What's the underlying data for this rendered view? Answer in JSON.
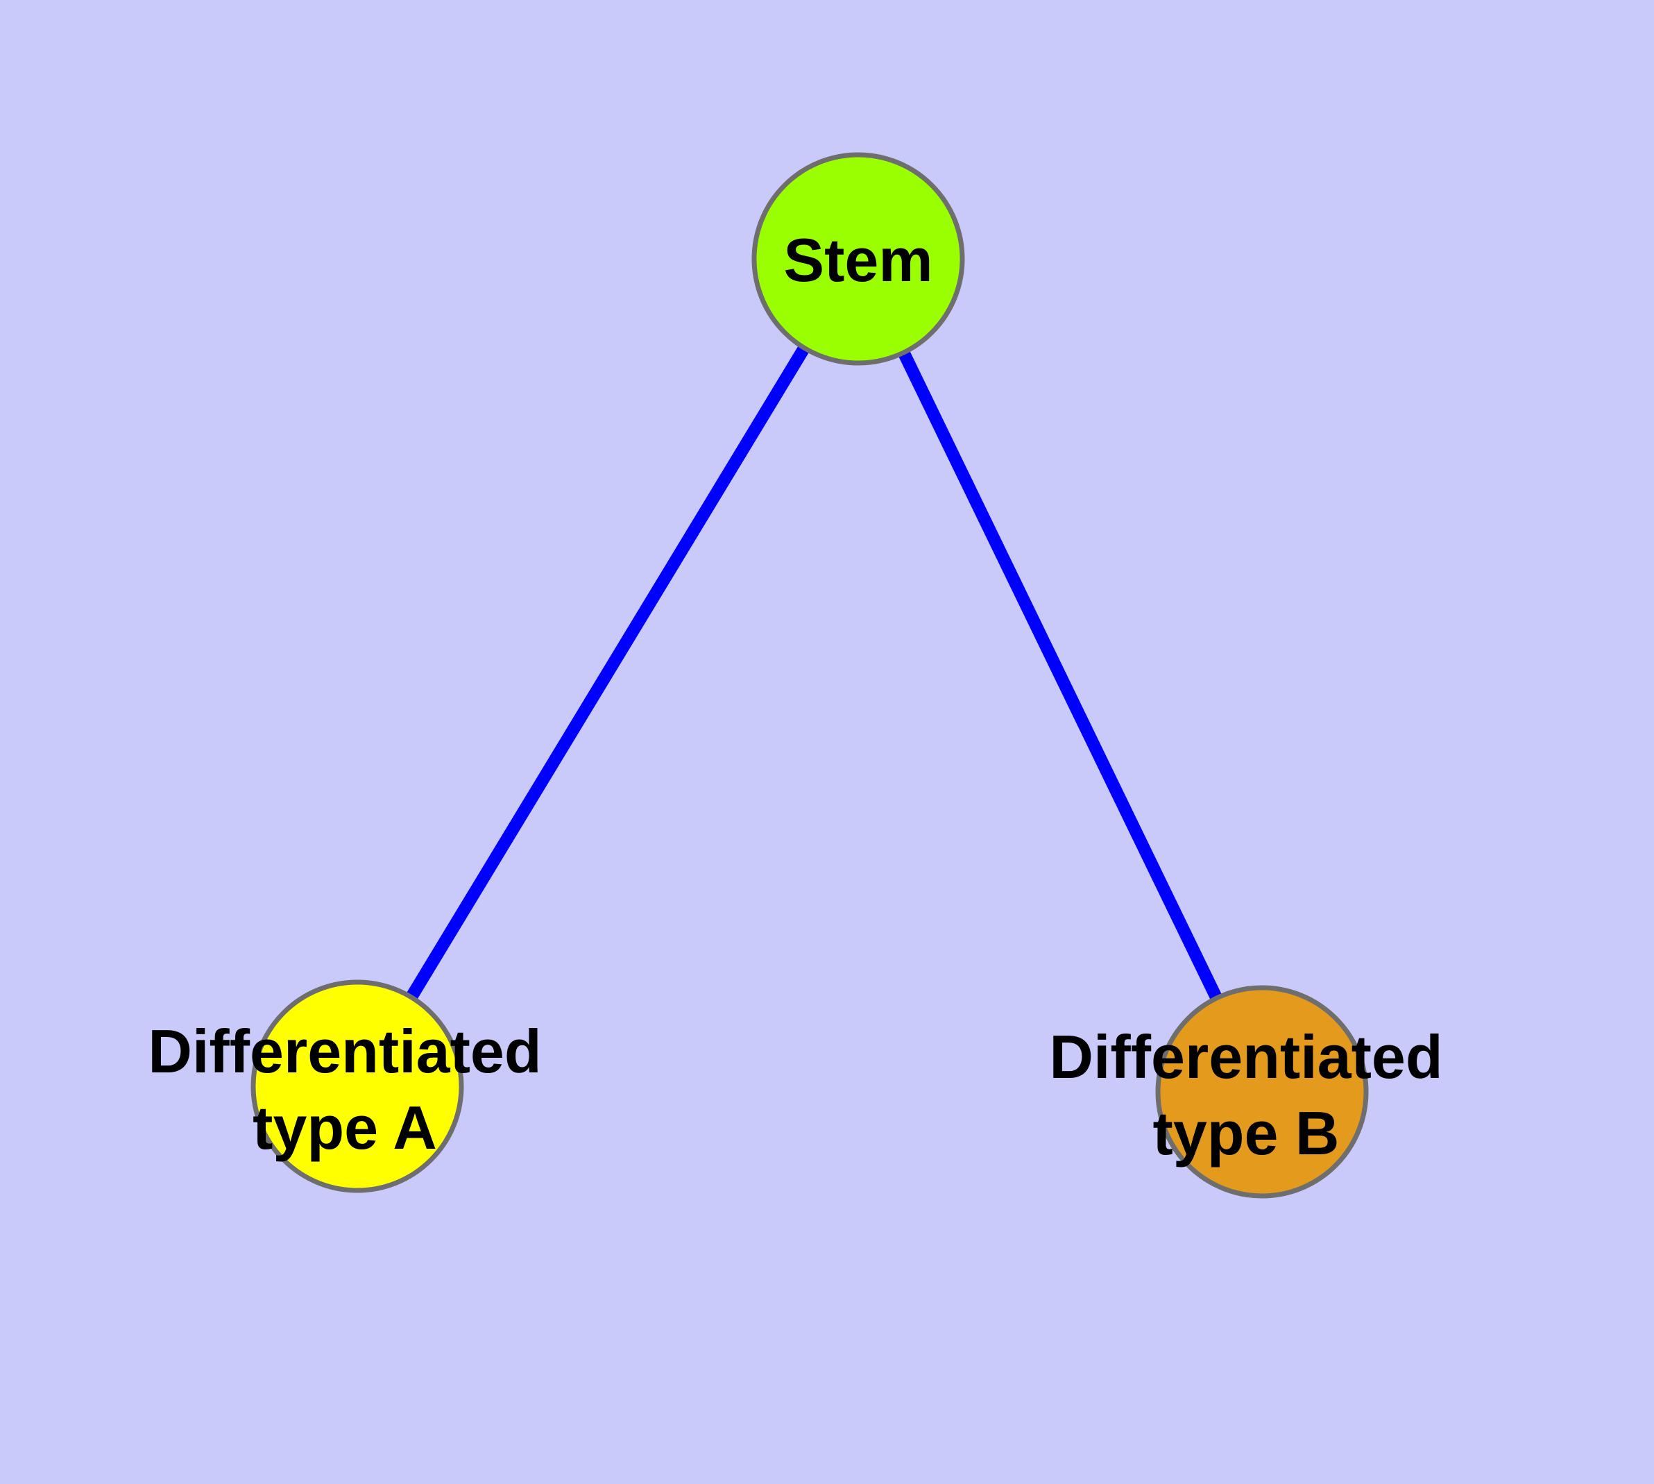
{
  "colors": {
    "background": "#CACAFA",
    "edge": "#0000FF",
    "node_border": "#6E6E6E",
    "label_text": "#000000"
  },
  "nodes": {
    "stem": {
      "label": "Stem",
      "fill": "#9AFF00"
    },
    "type_a": {
      "label_line1": "Differentiated",
      "label_line2": "type A",
      "fill": "#FFFF00"
    },
    "type_b": {
      "label_line1": "Differentiated",
      "label_line2": "type B",
      "fill": "#E49A1D"
    }
  },
  "edges": [
    {
      "from": "Stem",
      "to": "Differentiated type A"
    },
    {
      "from": "Stem",
      "to": "Differentiated type B"
    }
  ]
}
